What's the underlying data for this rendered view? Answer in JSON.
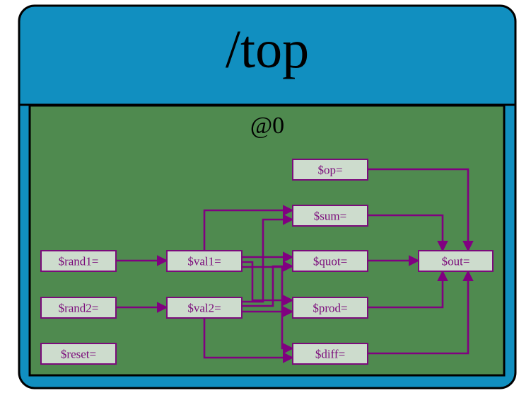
{
  "outer": {
    "title": "/top",
    "fill": "#118fc0",
    "stroke": "#000000"
  },
  "inner": {
    "title": "@0",
    "fill": "#4f8a4f",
    "stroke": "#000000"
  },
  "node_style": {
    "fill": "#cddccd",
    "stroke": "#7b0b7b",
    "text": "#7b0b7b"
  },
  "edge_color": "#800080",
  "nodes": [
    {
      "id": "op",
      "label": "$op="
    },
    {
      "id": "sum",
      "label": "$sum="
    },
    {
      "id": "quot",
      "label": "$quot="
    },
    {
      "id": "prod",
      "label": "$prod="
    },
    {
      "id": "diff",
      "label": "$diff="
    },
    {
      "id": "out",
      "label": "$out="
    },
    {
      "id": "rand1",
      "label": "$rand1="
    },
    {
      "id": "rand2",
      "label": "$rand2="
    },
    {
      "id": "val1",
      "label": "$val1="
    },
    {
      "id": "val2",
      "label": "$val2="
    },
    {
      "id": "reset",
      "label": "$reset="
    }
  ],
  "edges": [
    {
      "from": "rand1",
      "to": "val1"
    },
    {
      "from": "rand2",
      "to": "val2"
    },
    {
      "from": "val1",
      "to": "sum"
    },
    {
      "from": "val1",
      "to": "quot"
    },
    {
      "from": "val1",
      "to": "prod"
    },
    {
      "from": "val1",
      "to": "diff"
    },
    {
      "from": "val2",
      "to": "sum"
    },
    {
      "from": "val2",
      "to": "quot"
    },
    {
      "from": "val2",
      "to": "prod"
    },
    {
      "from": "val2",
      "to": "diff"
    },
    {
      "from": "op",
      "to": "out"
    },
    {
      "from": "sum",
      "to": "out"
    },
    {
      "from": "quot",
      "to": "out"
    },
    {
      "from": "prod",
      "to": "out"
    },
    {
      "from": "diff",
      "to": "out"
    }
  ]
}
